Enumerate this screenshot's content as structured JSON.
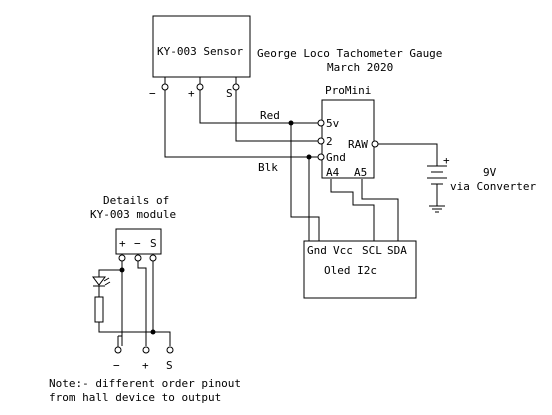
{
  "title": {
    "line1": "George Loco Tachometer Gauge",
    "line2": "March 2020"
  },
  "sensor": {
    "label": "KY-003 Sensor",
    "pins": {
      "minus": "−",
      "plus": "+",
      "s": "S"
    }
  },
  "promini": {
    "title": "ProMini",
    "pins": {
      "v5": "5v",
      "p2": "2",
      "gnd": "Gnd",
      "raw": "RAW",
      "a4": "A4",
      "a5": "A5"
    }
  },
  "wires": {
    "red": "Red",
    "blk": "Blk"
  },
  "battery": {
    "plus": "+",
    "voltage": "9V",
    "note": "via Converter"
  },
  "oled": {
    "pins": {
      "gnd": "Gnd",
      "vcc": "Vcc",
      "scl": "SCL",
      "sda": "SDA"
    },
    "label": "Oled I2c"
  },
  "module_detail": {
    "title1": "Details of",
    "title2": "KY-003 module",
    "header_pins": {
      "plus": "+",
      "minus": "−",
      "s": "S"
    },
    "bottom_pins": {
      "minus": "−",
      "plus": "+",
      "s": "S"
    }
  },
  "note": {
    "line1": "Note:- different order pinout",
    "line2": "from hall device to output"
  }
}
